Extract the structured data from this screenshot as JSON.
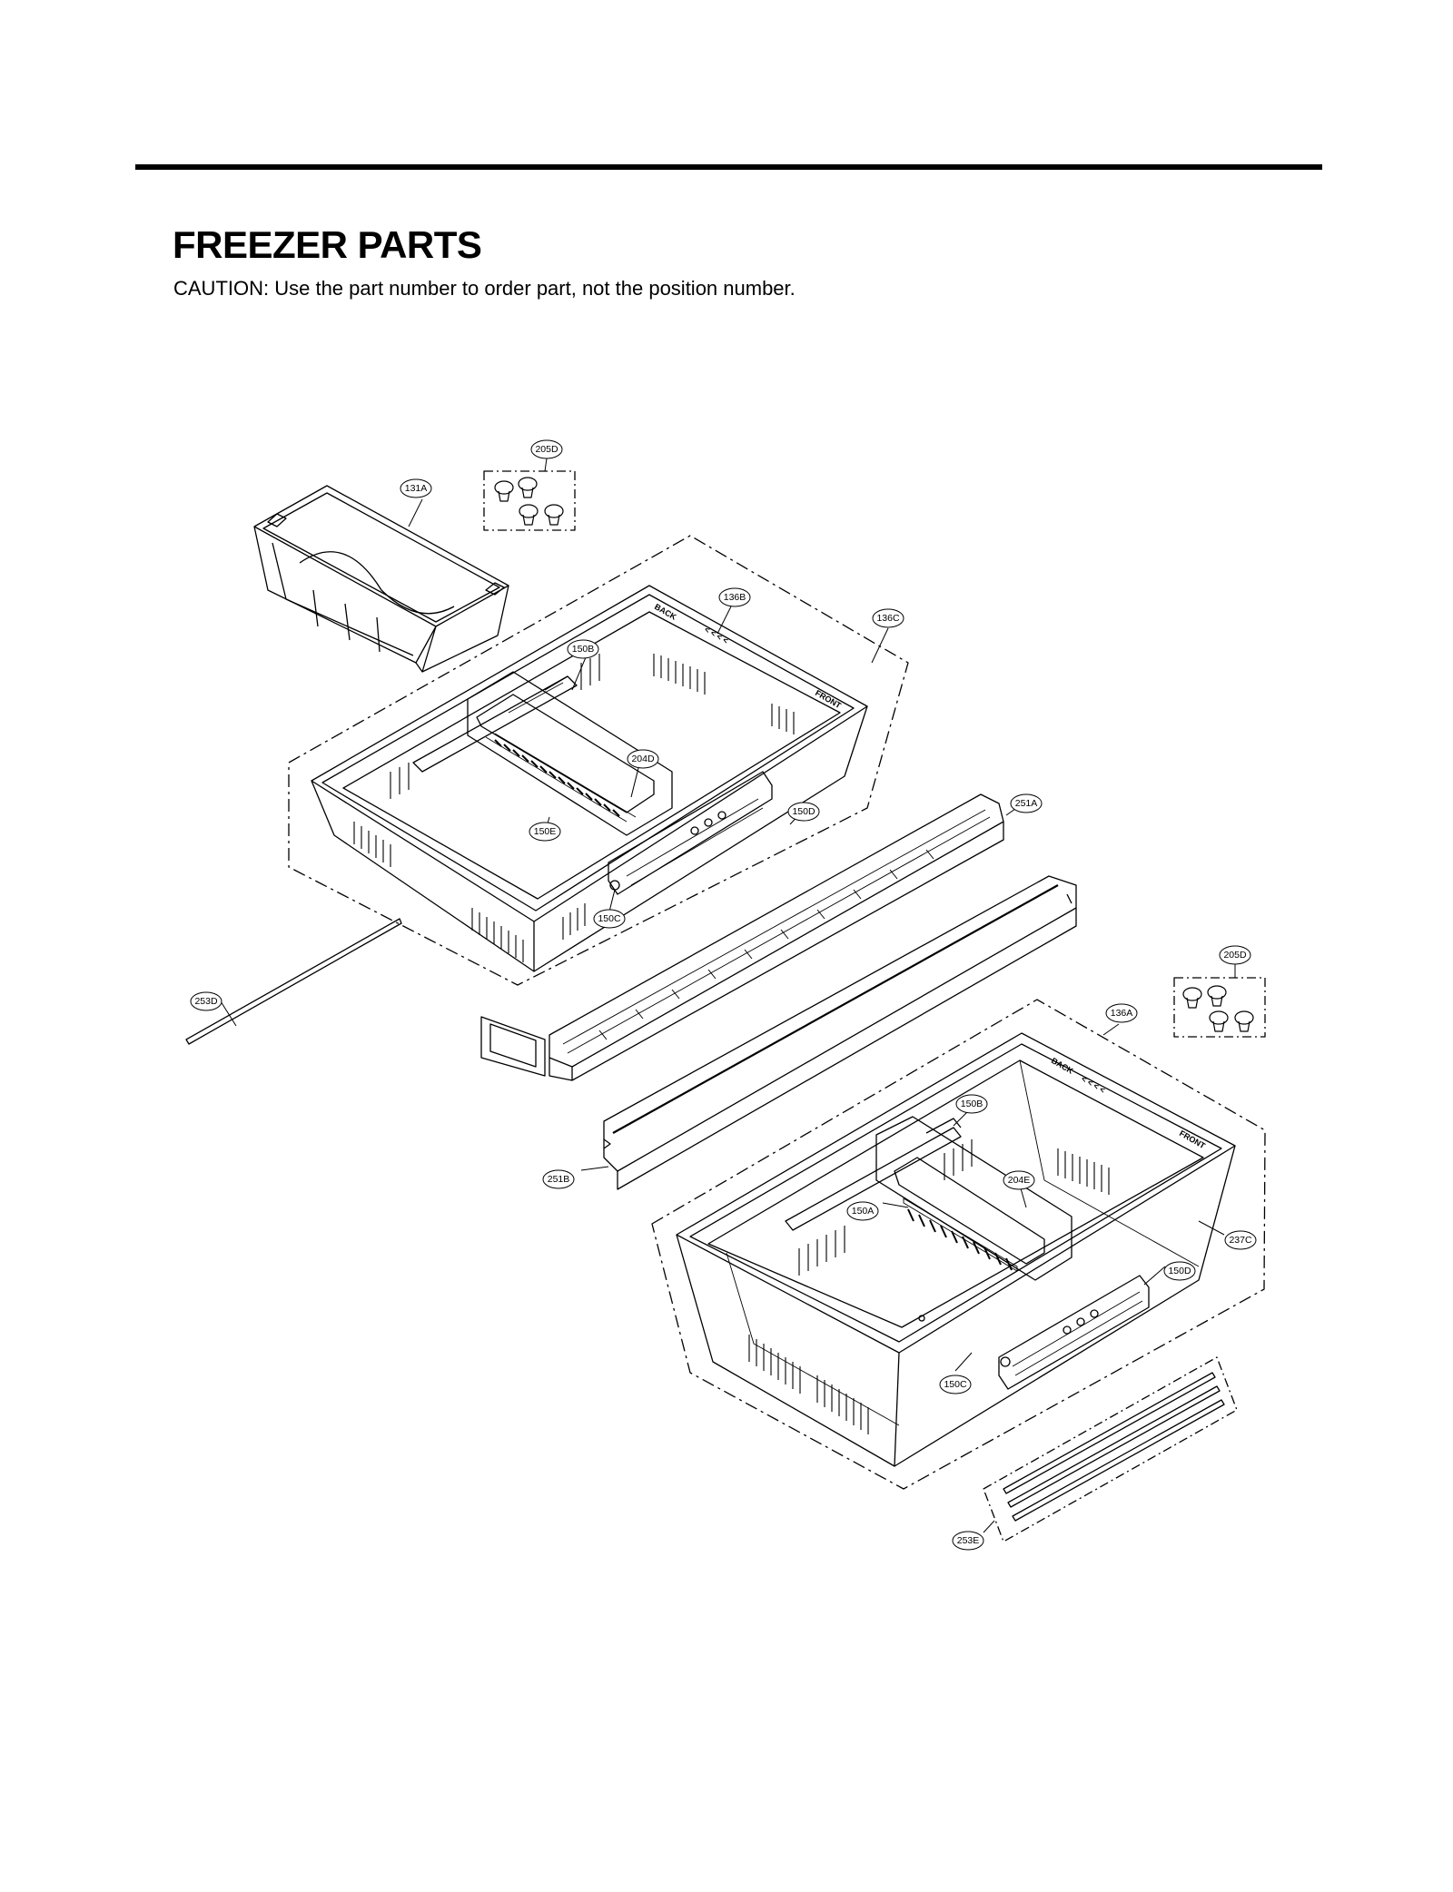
{
  "header": {
    "title": "FREEZER PARTS",
    "caution": "CAUTION: Use the part number to order part, not the position number."
  },
  "parts": {
    "p205D_top": "205D",
    "p131A": "131A",
    "p136B": "136B",
    "p136C": "136C",
    "p150B_top": "150B",
    "p204D": "204D",
    "p150D_top": "150D",
    "p150E": "150E",
    "p150C_top": "150C",
    "p251A": "251A",
    "p253D": "253D",
    "p205D_bottom": "205D",
    "p136A": "136A",
    "p150B_bottom": "150B",
    "p204E": "204E",
    "p150A": "150A",
    "p237C": "237C",
    "p150D_bottom": "150D",
    "p150C_bottom": "150C",
    "p251B": "251B",
    "p253E": "253E"
  },
  "drawer_marks": {
    "back_top": "BACK",
    "front_top": "FRONT",
    "back_bottom": "BACK",
    "front_bottom": "FRONT",
    "arrows": "< < < <"
  }
}
